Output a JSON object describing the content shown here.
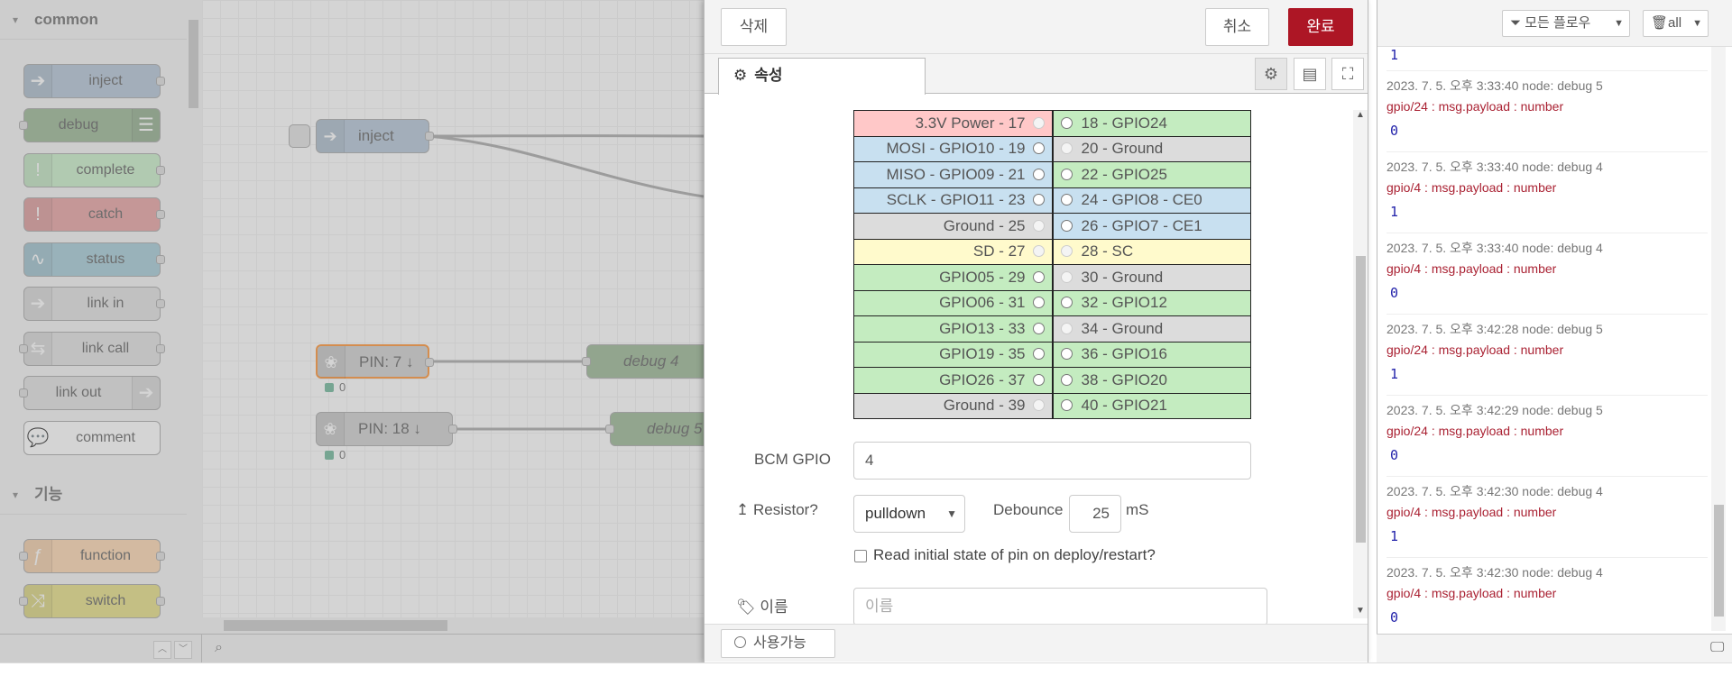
{
  "palette": {
    "categories": [
      {
        "label": "common"
      },
      {
        "label": "기능"
      }
    ],
    "common_nodes": [
      {
        "label": "inject",
        "color": "#a6bbcf",
        "icon": "inject-arrow-icon"
      },
      {
        "label": "debug",
        "color": "#87a980",
        "icon": "list-icon"
      },
      {
        "label": "complete",
        "color": "#c0edc0",
        "icon": "exclamation-icon"
      },
      {
        "label": "catch",
        "color": "#e49191",
        "icon": "exclamation-icon"
      },
      {
        "label": "status",
        "color": "#94c1d0",
        "icon": "pulse-icon"
      },
      {
        "label": "link in",
        "color": "#dddddd",
        "icon": "link-arrow-icon"
      },
      {
        "label": "link call",
        "color": "#dddddd",
        "icon": "link-call-icon"
      },
      {
        "label": "link out",
        "color": "#dddddd",
        "icon": "link-arrow-icon"
      },
      {
        "label": "comment",
        "color": "#ffffff",
        "icon": "comment-icon"
      }
    ],
    "function_nodes": [
      {
        "label": "function",
        "color": "#fdd0a2",
        "icon": "function-icon"
      },
      {
        "label": "switch",
        "color": "#e2d96e",
        "icon": "switch-icon"
      }
    ]
  },
  "workspace": {
    "nodes": [
      {
        "label": "inject",
        "icon": "inject-arrow-icon"
      },
      {
        "label": "PIN: 7 ↓",
        "icon": "raspberry-icon",
        "status": "0"
      },
      {
        "label": "PIN: 18 ↓",
        "icon": "raspberry-icon",
        "status": "0"
      },
      {
        "label": "debug 4"
      },
      {
        "label": "debug 5"
      }
    ]
  },
  "tray": {
    "delete_label": "삭제",
    "cancel_label": "취소",
    "done_label": "완료",
    "tab_label": "속성",
    "pins": [
      {
        "left": "3.3V Power - 17",
        "left_color": "c-red",
        "left_radio": "disabled",
        "right": "18 - GPIO24",
        "right_color": "c-green",
        "right_radio": "enabled"
      },
      {
        "left": "MOSI - GPIO10 - 19",
        "left_color": "c-blue",
        "left_radio": "enabled",
        "right": "20 - Ground",
        "right_color": "c-grey",
        "right_radio": "disabled"
      },
      {
        "left": "MISO - GPIO09 - 21",
        "left_color": "c-blue",
        "left_radio": "enabled",
        "right": "22 - GPIO25",
        "right_color": "c-green",
        "right_radio": "enabled"
      },
      {
        "left": "SCLK - GPIO11 - 23",
        "left_color": "c-blue",
        "left_radio": "enabled",
        "right": "24 - GPIO8 - CE0",
        "right_color": "c-blue",
        "right_radio": "enabled"
      },
      {
        "left": "Ground - 25",
        "left_color": "c-grey",
        "left_radio": "disabled",
        "right": "26 - GPIO7 - CE1",
        "right_color": "c-blue",
        "right_radio": "enabled"
      },
      {
        "left": "SD - 27",
        "left_color": "c-yellow",
        "left_radio": "disabled",
        "right": "28 - SC",
        "right_color": "c-yellow",
        "right_radio": "disabled"
      },
      {
        "left": "GPIO05 - 29",
        "left_color": "c-green",
        "left_radio": "enabled",
        "right": "30 - Ground",
        "right_color": "c-grey",
        "right_radio": "disabled"
      },
      {
        "left": "GPIO06 - 31",
        "left_color": "c-green",
        "left_radio": "enabled",
        "right": "32 - GPIO12",
        "right_color": "c-green",
        "right_radio": "enabled"
      },
      {
        "left": "GPIO13 - 33",
        "left_color": "c-green",
        "left_radio": "enabled",
        "right": "34 - Ground",
        "right_color": "c-grey",
        "right_radio": "disabled"
      },
      {
        "left": "GPIO19 - 35",
        "left_color": "c-green",
        "left_radio": "enabled",
        "right": "36 - GPIO16",
        "right_color": "c-green",
        "right_radio": "enabled"
      },
      {
        "left": "GPIO26 - 37",
        "left_color": "c-green",
        "left_radio": "enabled",
        "right": "38 - GPIO20",
        "right_color": "c-green",
        "right_radio": "enabled"
      },
      {
        "left": "Ground - 39",
        "left_color": "c-grey",
        "left_radio": "disabled",
        "right": "40 - GPIO21",
        "right_color": "c-green",
        "right_radio": "enabled"
      }
    ],
    "bcm_label": "BCM GPIO",
    "bcm_value": "4",
    "resistor_label": "Resistor?",
    "resistor_value": "pulldown",
    "debounce_label": "Debounce",
    "debounce_value": "25",
    "debounce_unit": "mS",
    "read_initial_label": "Read initial state of pin on deploy/restart?",
    "name_label": "이름",
    "name_placeholder": "이름",
    "enabled_label": "사용가능"
  },
  "sidebar": {
    "filter_label": "모든 플로우",
    "clear_label": "all",
    "first_value": "1",
    "messages": [
      {
        "meta": "2023. 7. 5. 오후 3:33:40   node: debug 5",
        "topic": "gpio/24 : msg.payload : number",
        "value": "0"
      },
      {
        "meta": "2023. 7. 5. 오후 3:33:40   node: debug 4",
        "topic": "gpio/4 : msg.payload : number",
        "value": "1"
      },
      {
        "meta": "2023. 7. 5. 오후 3:33:40   node: debug 4",
        "topic": "gpio/4 : msg.payload : number",
        "value": "0"
      },
      {
        "meta": "2023. 7. 5. 오후 3:42:28   node: debug 5",
        "topic": "gpio/24 : msg.payload : number",
        "value": "1"
      },
      {
        "meta": "2023. 7. 5. 오후 3:42:29   node: debug 5",
        "topic": "gpio/24 : msg.payload : number",
        "value": "0"
      },
      {
        "meta": "2023. 7. 5. 오후 3:42:30   node: debug 4",
        "topic": "gpio/4 : msg.payload : number",
        "value": "1"
      },
      {
        "meta": "2023. 7. 5. 오후 3:42:30   node: debug 4",
        "topic": "gpio/4 : msg.payload : number",
        "value": "0"
      }
    ]
  }
}
